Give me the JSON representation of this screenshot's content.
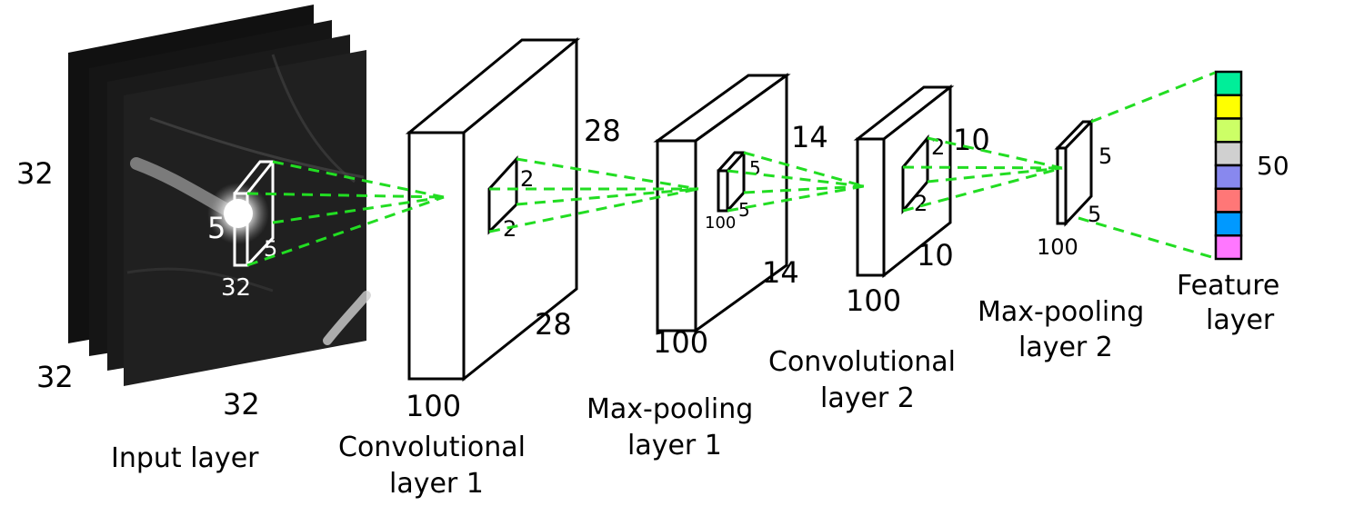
{
  "layers": {
    "input": {
      "caption": "Input layer",
      "height": "32",
      "depth": "32",
      "width": "32",
      "kernel": {
        "a": "5",
        "b": "5",
        "depth": "32"
      }
    },
    "conv1": {
      "caption_line1": "Convolutional",
      "caption_line2": "layer 1",
      "height": "28",
      "width": "28",
      "depth": "100",
      "kernel": {
        "a": "2",
        "b": "2"
      }
    },
    "pool1": {
      "caption_line1": "Max-pooling",
      "caption_line2": "layer 1",
      "height": "14",
      "width": "14",
      "depth": "100",
      "kernel": {
        "a": "5",
        "b": "5",
        "depth": "100"
      }
    },
    "conv2": {
      "caption_line1": "Convolutional",
      "caption_line2": "layer 2",
      "height": "10",
      "width": "10",
      "depth": "100",
      "kernel": {
        "a": "2",
        "b": "2"
      }
    },
    "pool2": {
      "caption_line1": "Max-pooling",
      "caption_line2": "layer 2",
      "a": "5",
      "b": "5",
      "depth": "100"
    },
    "feature": {
      "caption_line1": "Feature",
      "caption_line2": "layer",
      "size": "50",
      "cell_colors": [
        "#00ee99",
        "#ffff00",
        "#ccff66",
        "#d0d0d0",
        "#8888ee",
        "#ff7777",
        "#0099ff",
        "#ff77ff"
      ]
    }
  },
  "colors": {
    "connection": "#22dd22",
    "outline": "#000000"
  }
}
